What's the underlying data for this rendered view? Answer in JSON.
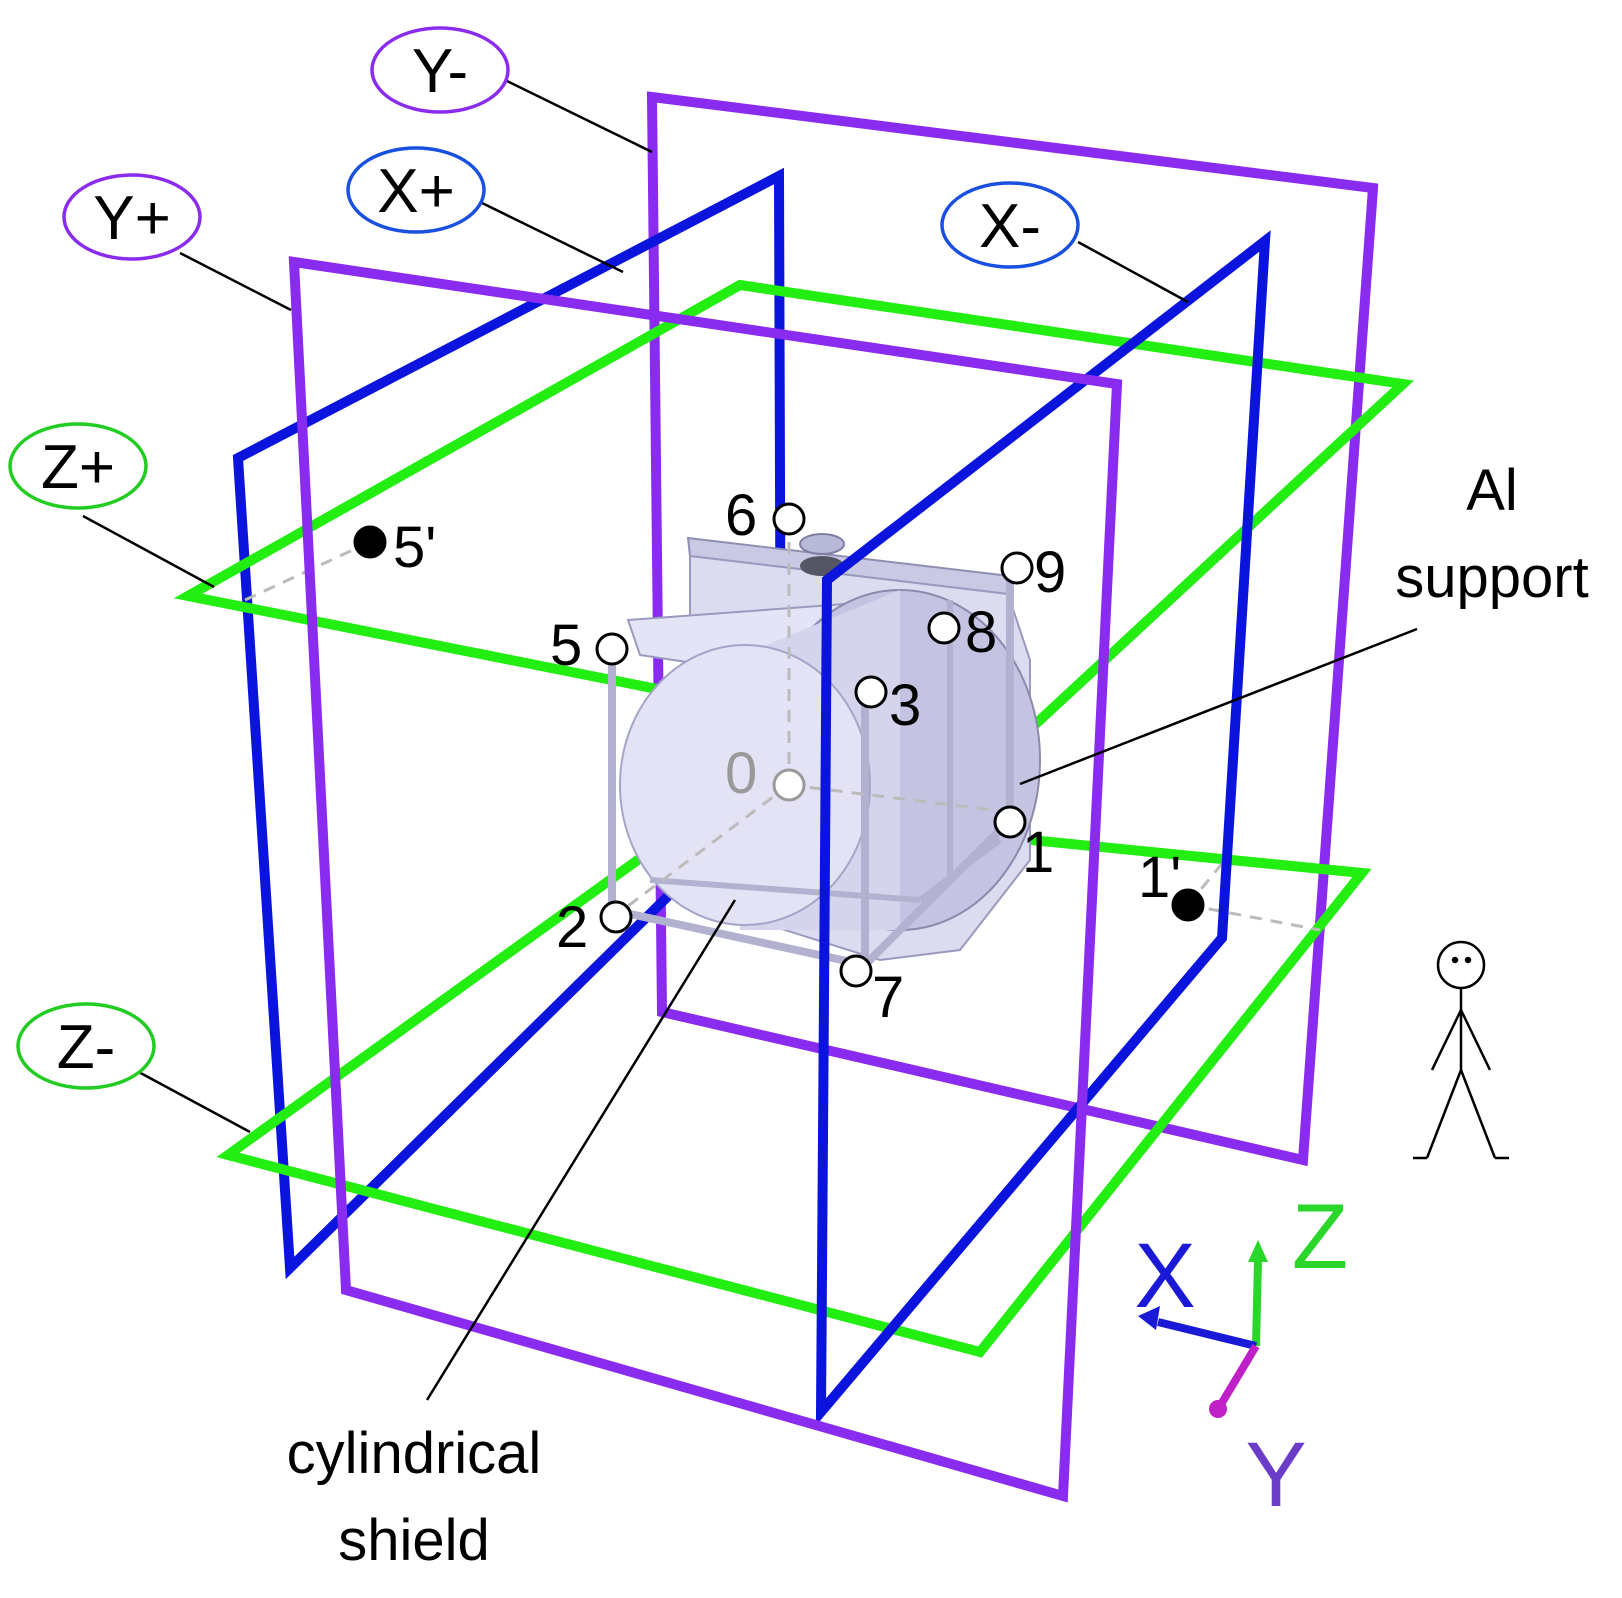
{
  "colors": {
    "x_planes": "#0a14dc",
    "y_planes": "#8a2bf0",
    "z_planes": "#22ee11",
    "x_axis": "#1a1ad6",
    "y_axis": "#6a3cc8",
    "y_axis_arrow": "#c020c8",
    "z_axis": "#2ad62a",
    "detector": "#d8d8ee",
    "open_point": "#ffffff",
    "filled_point": "#000000"
  },
  "plane_labels": {
    "y_minus": "Y-",
    "x_plus": "X+",
    "y_plus": "Y+",
    "x_minus": "X-",
    "z_plus": "Z+",
    "z_minus": "Z-"
  },
  "points": {
    "p0": "0",
    "p1": "1",
    "p2": "2",
    "p3": "3",
    "p5": "5",
    "p6": "6",
    "p7": "7",
    "p8": "8",
    "p9": "9",
    "p1_prime": "1'",
    "p5_prime": "5'"
  },
  "annotations": {
    "al_support_line1": "Al",
    "al_support_line2": "support",
    "shield_line1": "cylindrical",
    "shield_line2": "shield"
  },
  "axes": {
    "x": "X",
    "y": "Y",
    "z": "Z"
  },
  "icons": {
    "person": "stick-figure-icon"
  }
}
